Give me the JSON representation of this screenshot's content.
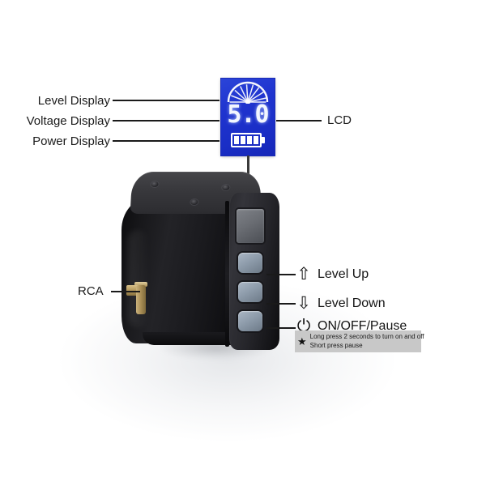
{
  "page": {
    "background_color": "#ffffff",
    "subject": "tattoo power supply unit"
  },
  "lcd": {
    "name": "LCD",
    "background_color": "#1f34cf",
    "foreground_color": "#ffffff",
    "voltage_value": "5.0",
    "battery_bars": 4,
    "gauge_segments": 11
  },
  "left_callouts": [
    {
      "label": "Level Display"
    },
    {
      "label": "Voltage Display"
    },
    {
      "label": "Power Display"
    }
  ],
  "right_callouts": [
    {
      "label": "LCD"
    }
  ],
  "device_callouts": [
    {
      "label": "RCA"
    }
  ],
  "controls": [
    {
      "icon": "arrow-up-icon",
      "glyph": "⇧",
      "label": "Level Up"
    },
    {
      "icon": "arrow-down-icon",
      "glyph": "⇩",
      "label": "Level Down"
    },
    {
      "icon": "power-icon",
      "glyph": "⏻",
      "label": "ON/OFF/Pause"
    }
  ],
  "tooltip": {
    "icon": "star-icon",
    "glyph": "★",
    "background_color": "#c8c8c8",
    "lines": [
      "Long press 2 seconds to turn on and off",
      "Short press pause"
    ]
  }
}
